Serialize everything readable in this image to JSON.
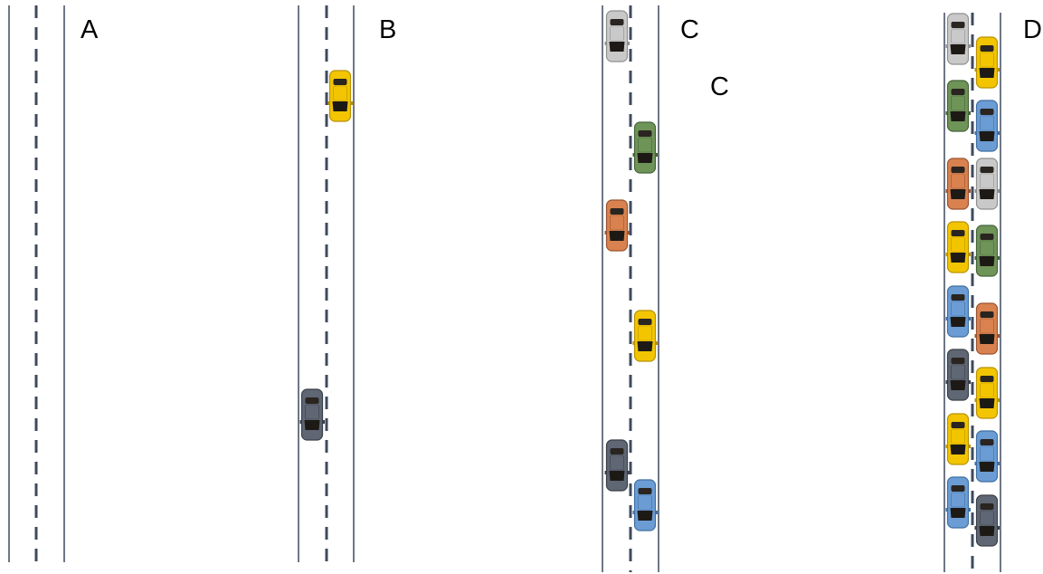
{
  "colors": {
    "road_line": "#4a5568",
    "lane_dash": "#3f4a5e",
    "background": "#ffffff"
  },
  "panels": [
    {
      "id": "A",
      "label": "A",
      "cars": []
    },
    {
      "id": "B",
      "label": "B",
      "cars": [
        {
          "color": "yellow",
          "lane": "right"
        },
        {
          "color": "dark-gray",
          "lane": "left"
        }
      ]
    },
    {
      "id": "C",
      "label": "C",
      "extra_label": "C",
      "cars": [
        {
          "color": "light-gray",
          "lane": "left"
        },
        {
          "color": "green",
          "lane": "right"
        },
        {
          "color": "orange",
          "lane": "left"
        },
        {
          "color": "yellow",
          "lane": "right"
        },
        {
          "color": "dark-gray",
          "lane": "left"
        },
        {
          "color": "blue",
          "lane": "right"
        }
      ]
    },
    {
      "id": "D",
      "label": "D",
      "cars": [
        {
          "color": "light-gray",
          "lane": "left"
        },
        {
          "color": "yellow",
          "lane": "right"
        },
        {
          "color": "green",
          "lane": "left"
        },
        {
          "color": "blue",
          "lane": "right"
        },
        {
          "color": "orange",
          "lane": "left"
        },
        {
          "color": "light-gray",
          "lane": "right"
        },
        {
          "color": "yellow",
          "lane": "left"
        },
        {
          "color": "green",
          "lane": "right"
        },
        {
          "color": "blue",
          "lane": "left"
        },
        {
          "color": "orange",
          "lane": "right"
        },
        {
          "color": "dark-gray",
          "lane": "left"
        },
        {
          "color": "yellow",
          "lane": "right"
        },
        {
          "color": "yellow",
          "lane": "left"
        },
        {
          "color": "blue",
          "lane": "right"
        },
        {
          "color": "blue",
          "lane": "left"
        },
        {
          "color": "dark-gray",
          "lane": "right"
        }
      ]
    }
  ],
  "car_palette": {
    "yellow": {
      "body": "#f2c500",
      "trim": "#b89200"
    },
    "dark-gray": {
      "body": "#5f6674",
      "trim": "#3a3f48"
    },
    "light-gray": {
      "body": "#c9c9c9",
      "trim": "#8f8f8f"
    },
    "green": {
      "body": "#6f9458",
      "trim": "#45633a"
    },
    "orange": {
      "body": "#d9824f",
      "trim": "#9a5330"
    },
    "blue": {
      "body": "#6b9cd4",
      "trim": "#3f6fa3"
    }
  }
}
